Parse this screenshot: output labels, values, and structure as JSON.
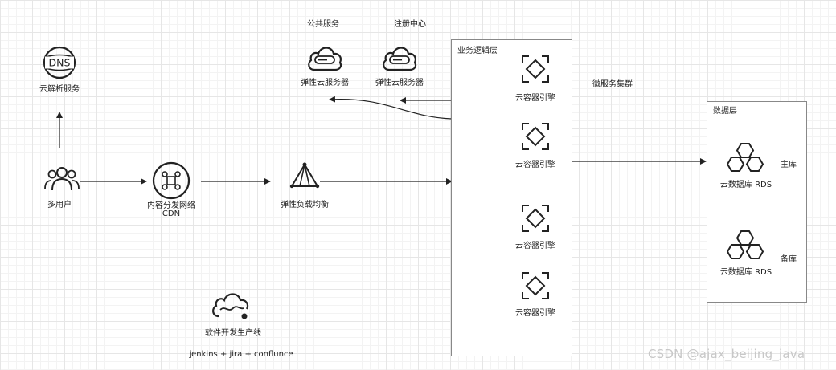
{
  "nodes": {
    "dns": {
      "icon_text": "DNS",
      "label": "云解析服务"
    },
    "users": {
      "label": "多用户"
    },
    "cdn": {
      "label_line1": "内容分发网络",
      "label_line2": "CDN"
    },
    "slb": {
      "label": "弹性负载均衡"
    },
    "ecs_public": {
      "title": "公共服务",
      "label": "弹性云服务器"
    },
    "ecs_registry": {
      "title": "注册中心",
      "label": "弹性云服务器"
    },
    "devops": {
      "label": "软件开发生产线",
      "sublabel": "jenkins + jira + conflunce"
    }
  },
  "business_layer": {
    "title": "业务逻辑层",
    "cluster_label": "微服务集群",
    "engines": [
      "云容器引擎",
      "云容器引擎",
      "云容器引擎",
      "云容器引擎"
    ]
  },
  "data_layer": {
    "title": "数据层",
    "databases": [
      {
        "label": "云数据库 RDS",
        "role": "主库"
      },
      {
        "label": "云数据库 RDS",
        "role": "备库"
      }
    ]
  },
  "watermark": "CSDN @ajax_beijing_java"
}
